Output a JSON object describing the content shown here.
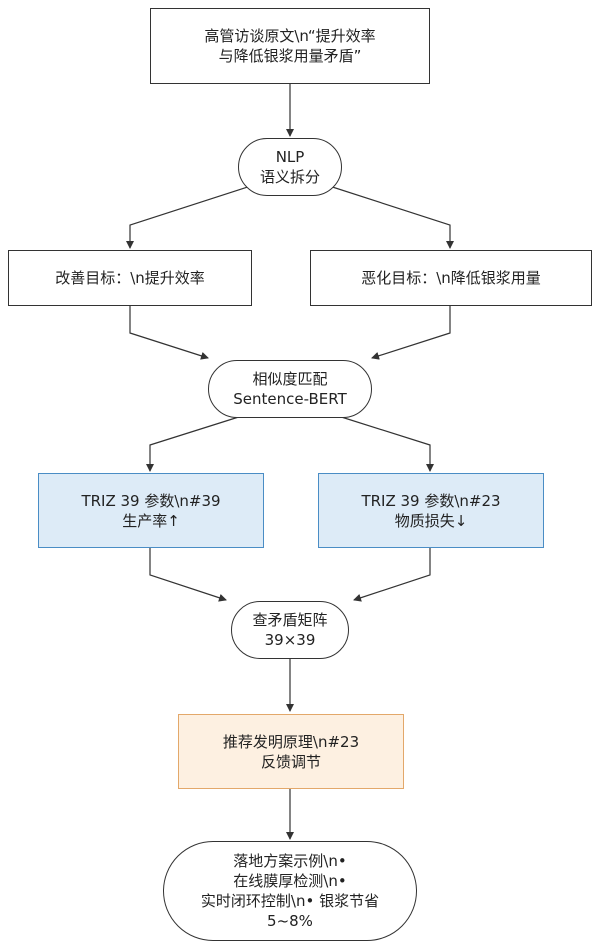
{
  "nodes": {
    "interview": {
      "line1": "高管访谈原文\\n“提升效率",
      "line2": "与降低银浆用量矛盾”"
    },
    "nlp": {
      "line1": "NLP",
      "line2": "语义拆分"
    },
    "improve": {
      "line1": "改善目标：\\n提升效率"
    },
    "worsen": {
      "line1": "恶化目标：\\n降低银浆用量"
    },
    "similarity": {
      "line1": "相似度匹配",
      "line2": "Sentence-BERT"
    },
    "param39": {
      "line1": "TRIZ 39 参数\\n#39",
      "line2": "生产率↑"
    },
    "param23": {
      "line1": "TRIZ 39 参数\\n#23",
      "line2": "物质损失↓"
    },
    "matrix": {
      "line1": "查矛盾矩阵",
      "line2": "39×39"
    },
    "principle": {
      "line1": "推荐发明原理\\n#23",
      "line2": "反馈调节"
    },
    "solution": {
      "line1": "落地方案示例\\n•",
      "line2": "在线膜厚检测\\n•",
      "line3": "实时闭环控制\\n• 银浆节省",
      "line4": "5~8%"
    }
  },
  "colors": {
    "stroke": "#333333",
    "blue_fill": "#ddebf7",
    "blue_border": "#4a8dc5",
    "orange_fill": "#fdf0e1",
    "orange_border": "#e3a86a"
  }
}
